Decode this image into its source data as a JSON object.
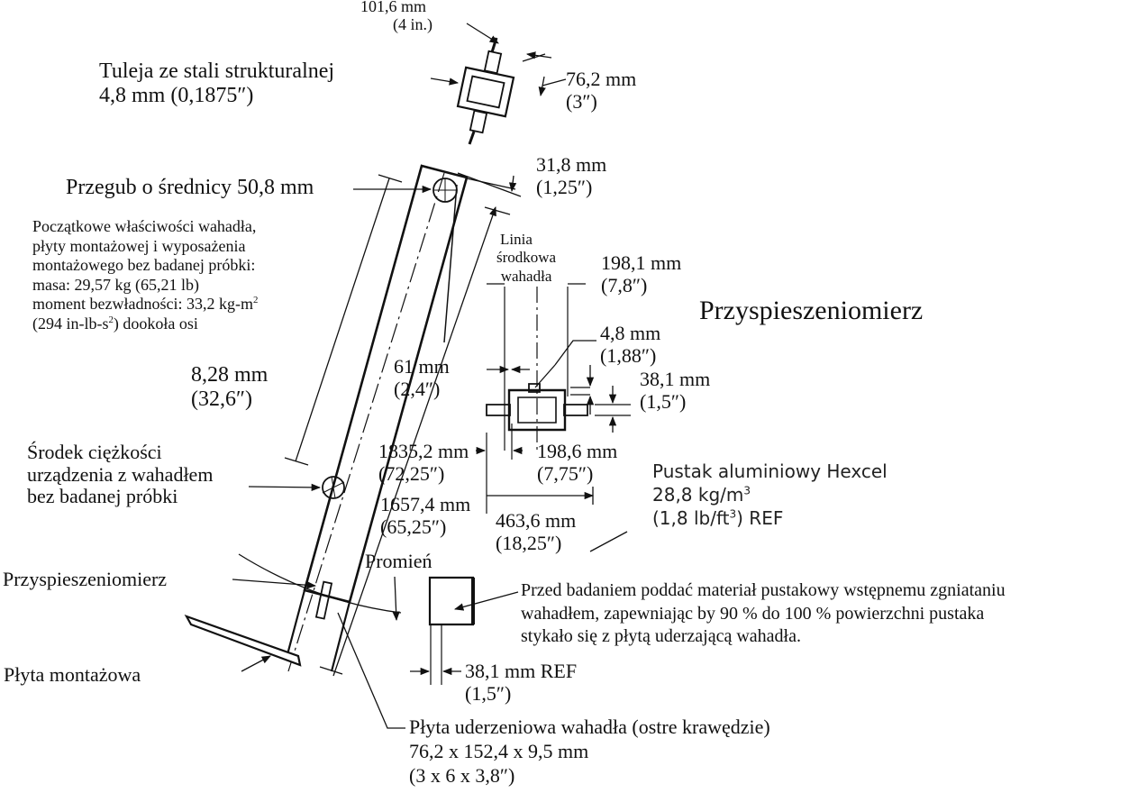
{
  "labels": {
    "sleeve_dim_1": "101,6 mm",
    "sleeve_dim_2": "(4 in.)",
    "sleeve_title_1": "Tuleja ze stali strukturalnej",
    "sleeve_title_2": "4,8 mm (0,1875″)",
    "sleeve_side_1": "76,2 mm",
    "sleeve_side_2": "(3″)",
    "pivot": "Przegub o średnicy 50,8 mm",
    "pivot_off_1": "31,8 mm",
    "pivot_off_2": "(1,25″)",
    "props_1": "Początkowe właściwości wahadła,",
    "props_2": "płyty montażowej i wyposażenia",
    "props_3": "montażowego bez badanej próbki:",
    "props_4": "masa: 29,57 kg (65,21 lb)",
    "props_5a": "moment bezwładności: 33,2 kg-m",
    "props_5sup": "2",
    "props_6a": "(294 in-lb-s",
    "props_6sup": "2",
    "props_6b": ") dookoła osi",
    "centerline_1": "Linia",
    "centerline_2": "środkowa",
    "centerline_3": "wahadła",
    "acc_off_1": "198,1 mm",
    "acc_off_2": "(7,8″)",
    "accelerometer_main": "Przyspieszeniomierz",
    "acc_t_1": "4,8 mm",
    "acc_t_2": "(1,88″)",
    "acc_w_1": "38,1 mm",
    "acc_w_2": "(1,5″)",
    "cg_dist_1": "8,28 mm",
    "cg_dist_2": "(32,6″)",
    "width_1": "61 mm",
    "width_2": "(2,4″)",
    "len1_1": "1835,2 mm",
    "len1_2": "(72,25″)",
    "blk_1": "198,6 mm",
    "blk_2": "(7,75″)",
    "cg_1": "Środek ciężkości",
    "cg_2": "urządzenia z wahadłem",
    "cg_3": "bez badanej próbki",
    "len2_1": "1657,4 mm",
    "len2_2": "(65,25″)",
    "len3_1": "463,6 mm",
    "len3_2": "(18,25″)",
    "hex_1": "Pustak aluminiowy Hexcel",
    "hex_2a": "28,8 kg/m",
    "hex_2sup": "3",
    "hex_3a": "(1,8 lb/ft",
    "hex_3sup": "3",
    "hex_3b": ") REF",
    "radius": "Promień",
    "acc_left": "Przyspieszeniomierz",
    "note_1": "Przed badaniem poddać materiał pustakowy wstępnemu zgniataniu",
    "note_2": "wahadłem, zapewniając by 90 % do 100 % powierzchni pustaka",
    "note_3": "stykało się z płytą uderzającą wahadła.",
    "mount_plate": "Płyta montażowa",
    "hex_w_1": "38,1 mm REF",
    "hex_w_2": "(1,5″)",
    "impact_1": "Płyta uderzeniowa wahadła (ostre krawędzie)",
    "impact_2": "76,2 x 152,4 x 9,5 mm",
    "impact_3": "(3 x 6 x 3,8″)"
  }
}
